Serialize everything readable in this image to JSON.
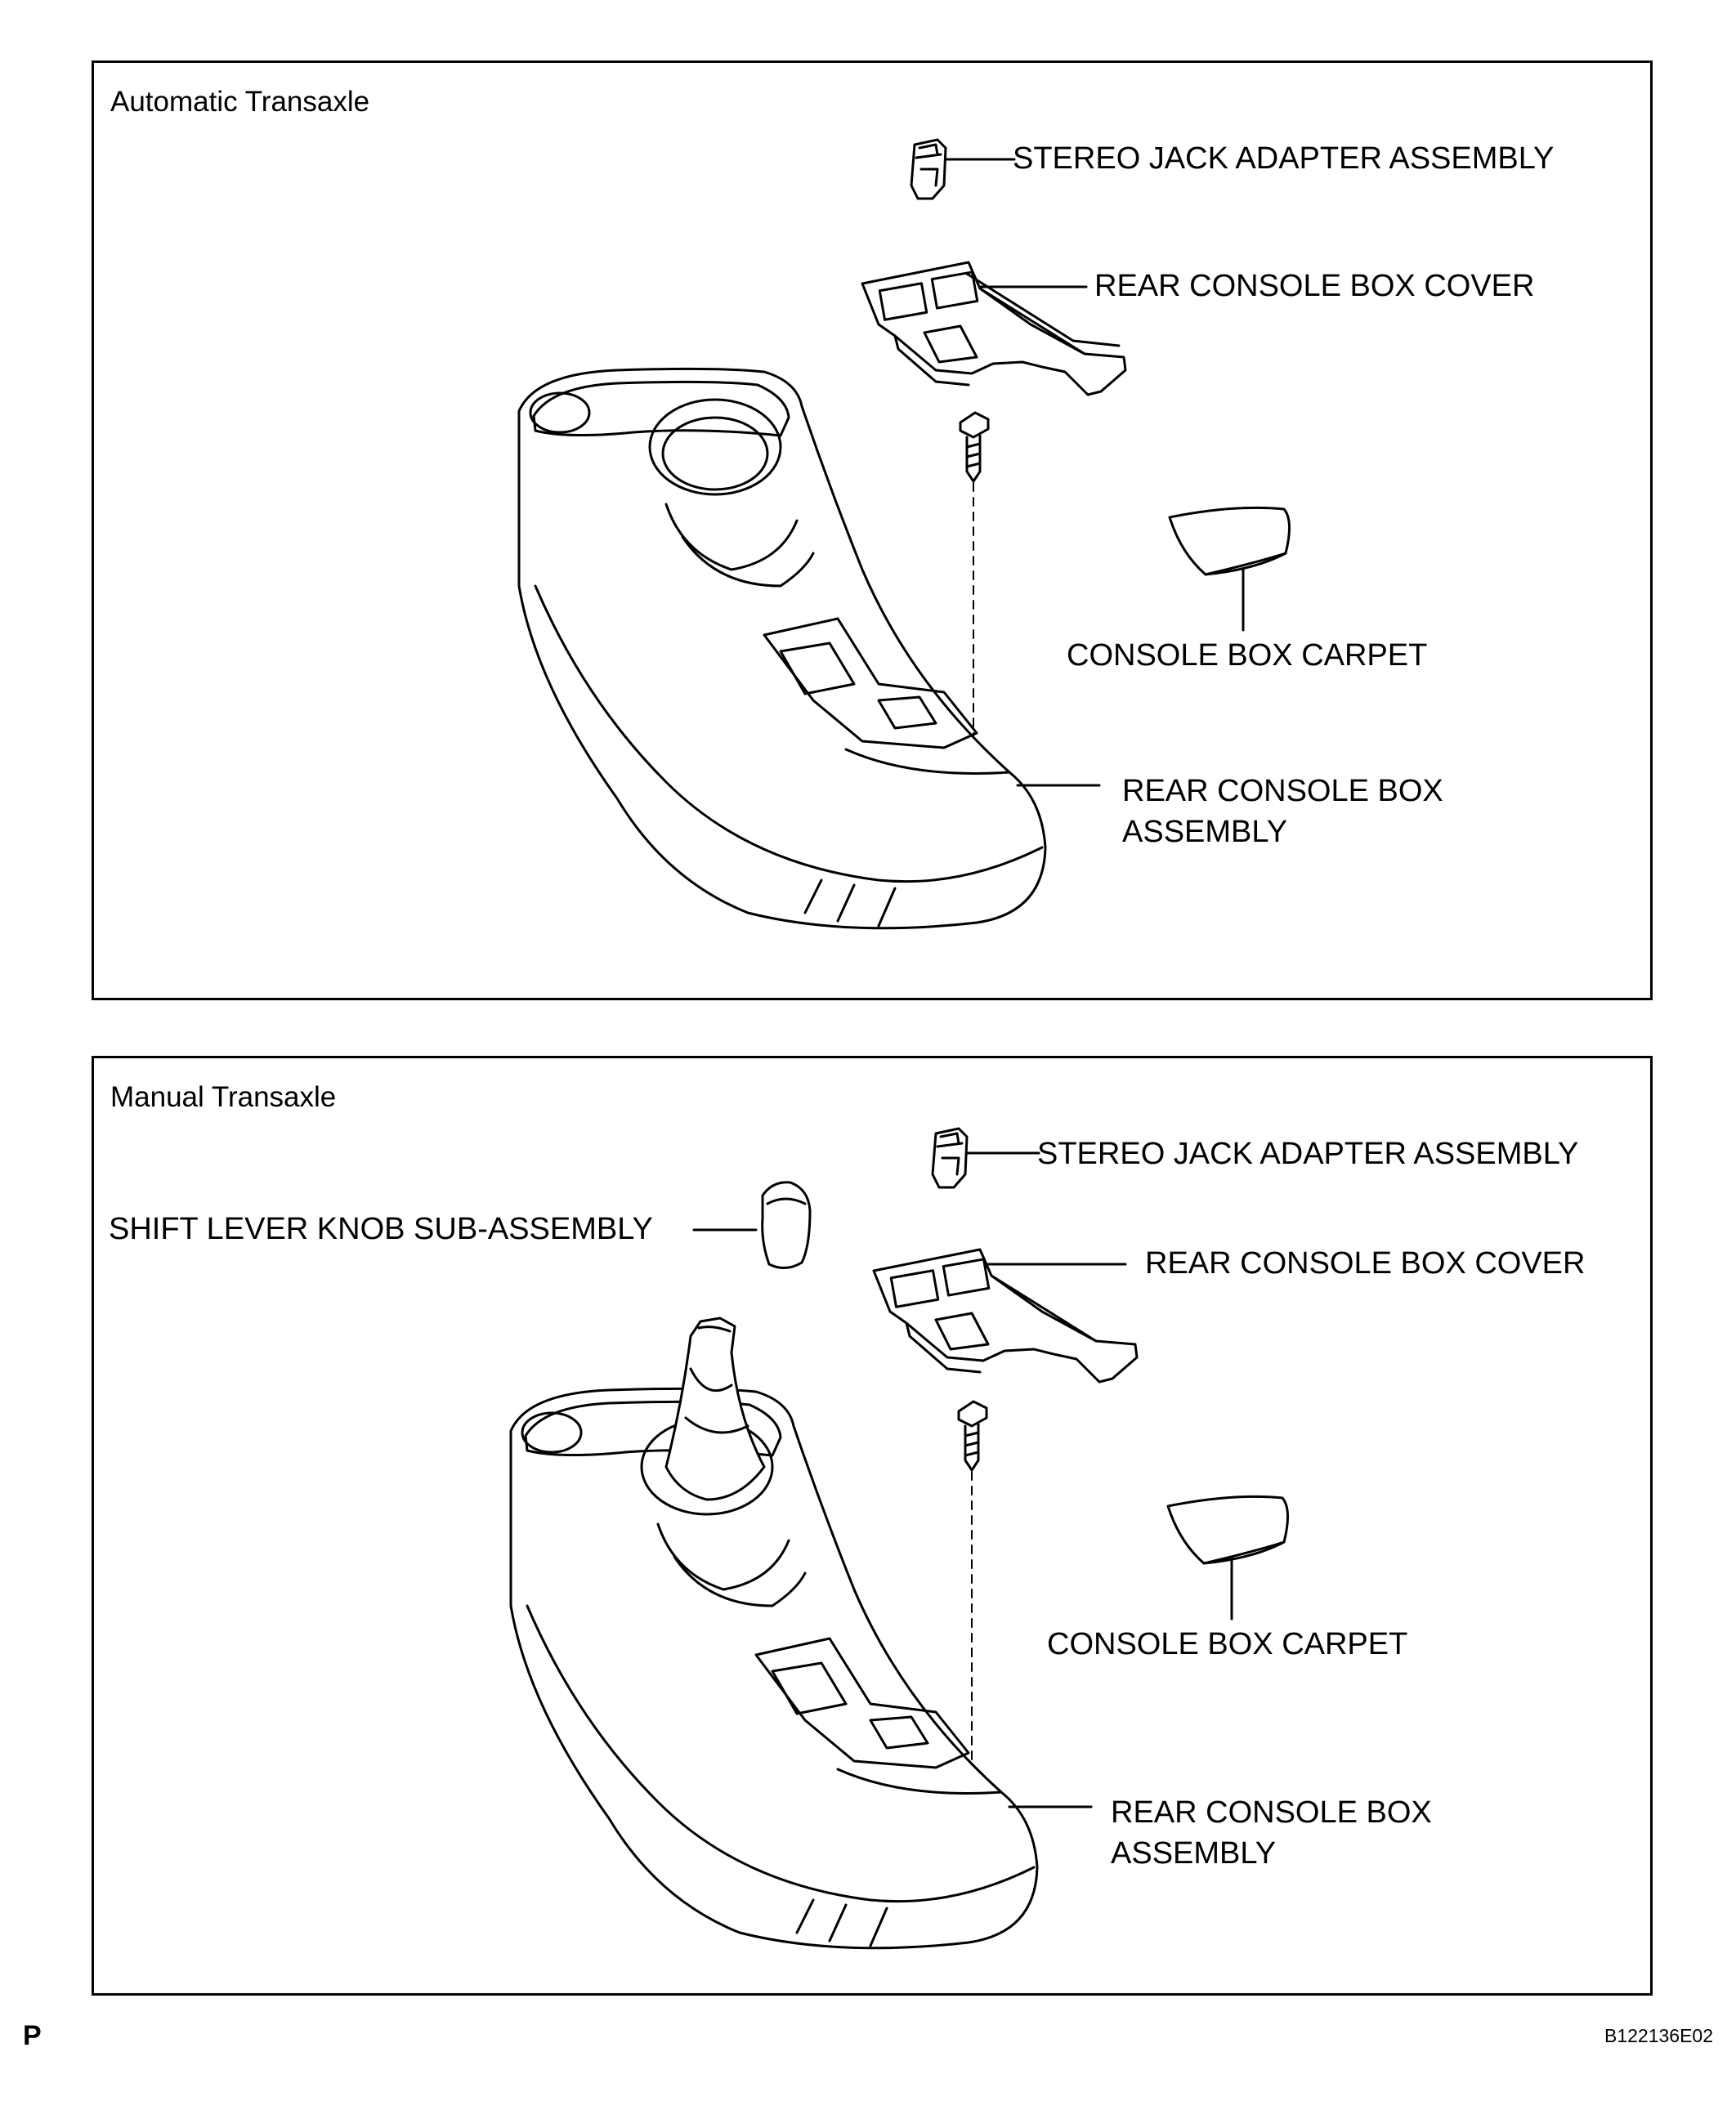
{
  "panels": {
    "top": {
      "title": "Automatic Transaxle",
      "labels": {
        "stereo_jack": "STEREO JACK ADAPTER ASSEMBLY",
        "cover": "REAR CONSOLE BOX COVER",
        "carpet": "CONSOLE BOX CARPET",
        "box_line1": "REAR CONSOLE BOX",
        "box_line2": "ASSEMBLY"
      }
    },
    "bottom": {
      "title": "Manual Transaxle",
      "labels": {
        "stereo_jack": "STEREO JACK ADAPTER ASSEMBLY",
        "knob": "SHIFT LEVER KNOB SUB-ASSEMBLY",
        "cover": "REAR CONSOLE BOX COVER",
        "carpet": "CONSOLE BOX CARPET",
        "box_line1": "REAR CONSOLE BOX",
        "box_line2": "ASSEMBLY"
      }
    }
  },
  "footer": {
    "left": "P",
    "right": "B122136E02"
  }
}
